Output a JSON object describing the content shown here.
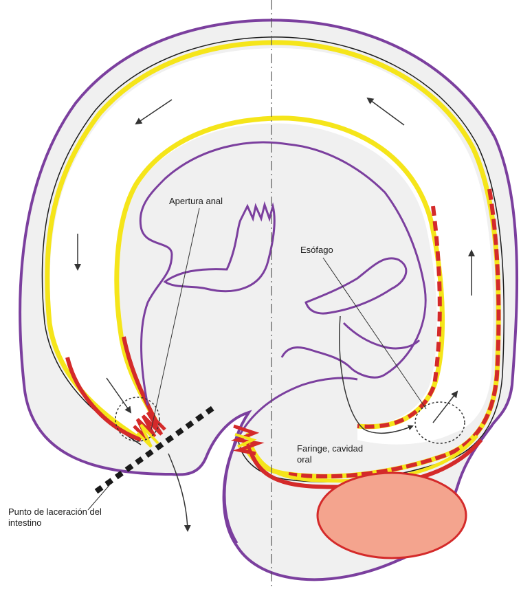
{
  "labels": {
    "apertura_anal": "Apertura anal",
    "esofago": "Esófago",
    "faringe_line1": "Faringe, cavidad",
    "faringe_line2": "oral",
    "punto_line1": "Punto de laceración del",
    "punto_line2": "intestino"
  },
  "colors": {
    "amnion": "#7b3f9e",
    "endoderm": "#f5e51a",
    "gut_wall": "#d42a2a",
    "ectoderm_line": "#1a1a1a",
    "fill": "#f2f2f2",
    "yolk": "#f4a48e"
  }
}
